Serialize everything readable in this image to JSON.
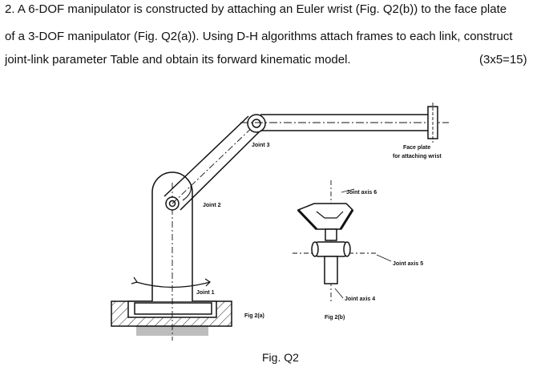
{
  "question": {
    "line1": "2. A 6-DOF manipulator is constructed by attaching an Euler wrist (Fig. Q2(b)) to the face plate",
    "line2": "of a 3-DOF manipulator (Fig. Q2(a)). Using D-H algorithms attach frames to each link, construct",
    "line3": "joint-link parameter Table and obtain its forward kinematic model.",
    "marks": "(3x5=15)"
  },
  "figure": {
    "labels": {
      "joint1": "Joint 1",
      "joint2": "Joint 2",
      "joint3": "Joint 3",
      "face_plate_1": "Face plate",
      "face_plate_2": "for attaching wrist",
      "joint_axis_6": "Joint axis 6",
      "joint_axis_5": "Joint axis 5",
      "joint_axis_4": "Joint axis 4",
      "fig2a": "Fig 2(a)",
      "fig2b": "Fig 2(b)"
    },
    "caption": "Fig. Q2"
  }
}
